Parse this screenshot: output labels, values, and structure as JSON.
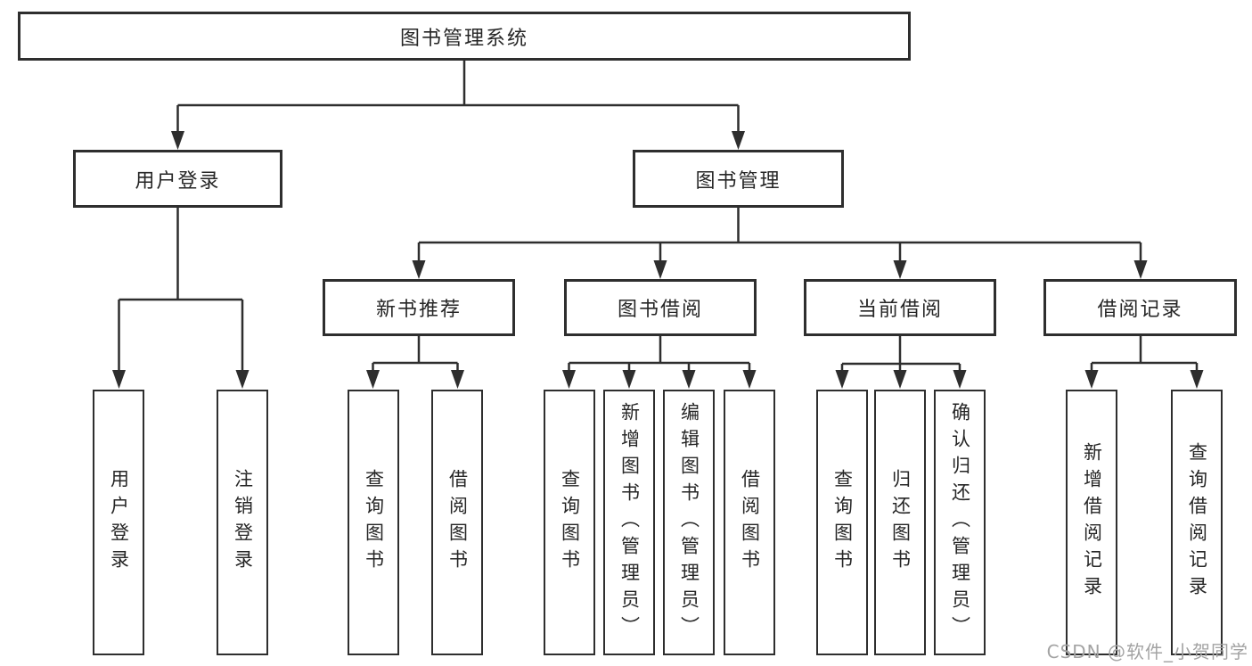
{
  "diagram": {
    "title": "图书管理系统",
    "watermark": "CSDN @软件_小贺同学",
    "colors": {
      "line": "#2e2e2e",
      "border": "#2e2e2e",
      "text": "#262626",
      "background": "#ffffff",
      "watermark": "#a3a3a3"
    },
    "nodes": {
      "root": "图书管理系统",
      "userLogin": "用户登录",
      "bookManagement": "图书管理",
      "newBookRecommend": "新书推荐",
      "bookBorrow": "图书借阅",
      "currentBorrow": "当前借阅",
      "borrowRecord": "借阅记录",
      "leafUserLogin": "用户登录",
      "leafLogout": "注销登录",
      "leafQueryBooks1": "查询图书",
      "leafBorrowBooks1": "借阅图书",
      "leafQueryBooks2": "查询图书",
      "leafAddBooks": "新增图书（管理员）",
      "leafEditBooks": "编辑图书（管理员）",
      "leafBorrowBooks2": "借阅图书",
      "leafQueryBooks3": "查询图书",
      "leafReturnBooks": "归还图书",
      "leafConfirmReturn": "确认归还（管理员）",
      "leafAddBorrowRecord": "新增借阅记录",
      "leafQueryBorrowRecord": "查询借阅记录"
    },
    "edges": [
      {
        "from": "root",
        "to": [
          "userLogin",
          "bookManagement"
        ]
      },
      {
        "from": "userLogin",
        "to": [
          "leafUserLogin",
          "leafLogout"
        ]
      },
      {
        "from": "bookManagement",
        "to": [
          "newBookRecommend",
          "bookBorrow",
          "currentBorrow",
          "borrowRecord"
        ]
      },
      {
        "from": "newBookRecommend",
        "to": [
          "leafQueryBooks1",
          "leafBorrowBooks1"
        ]
      },
      {
        "from": "bookBorrow",
        "to": [
          "leafQueryBooks2",
          "leafAddBooks",
          "leafEditBooks",
          "leafBorrowBooks2"
        ]
      },
      {
        "from": "currentBorrow",
        "to": [
          "leafQueryBooks3",
          "leafReturnBooks",
          "leafConfirmReturn"
        ]
      },
      {
        "from": "borrowRecord",
        "to": [
          "leafAddBorrowRecord",
          "leafQueryBorrowRecord"
        ]
      }
    ]
  }
}
